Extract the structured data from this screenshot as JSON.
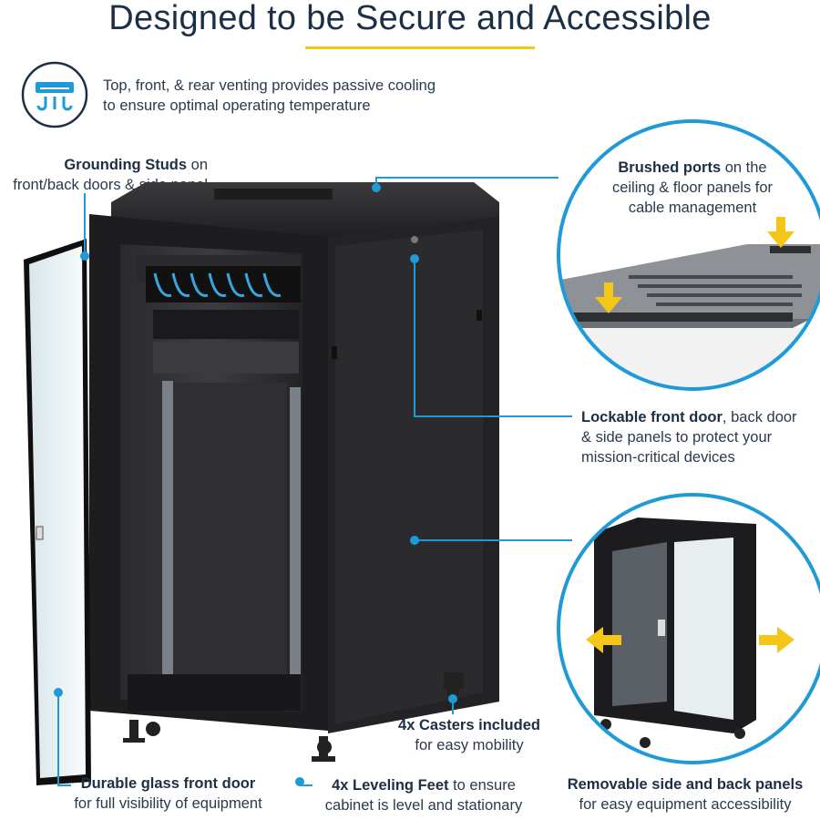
{
  "header": {
    "title": "Designed to be Secure and Accessible"
  },
  "features": {
    "venting": {
      "icon": "vent-icon",
      "line1": "Top, front, & rear venting provides passive cooling",
      "line2": "to ensure optimal operating temperature"
    },
    "grounding": {
      "bold": "Grounding Studs",
      "rest1": " on",
      "line2": "front/back doors & side panel"
    },
    "ports": {
      "bold": "Brushed ports",
      "rest1": " on the",
      "line2": "ceiling & floor panels for",
      "line3": "cable management"
    },
    "lockable": {
      "bold": "Lockable front door",
      "rest1": ", back door",
      "line2": "& side panels to protect your",
      "line3": "mission-critical devices"
    },
    "casters": {
      "line1": "4x Casters included",
      "line2": "for easy mobility"
    },
    "glass_door": {
      "line1": "Durable glass front door",
      "line2": "for full visibility of equipment"
    },
    "leveling": {
      "bold": "4x Leveling Feet",
      "rest1": " to ensure",
      "line2": "cabinet is level and stationary"
    },
    "removable": {
      "line1": "Removable side and back panels",
      "line2": "for easy equipment accessibility"
    }
  },
  "colors": {
    "accent_blue": "#1e9ad6",
    "accent_yellow": "#f5c518",
    "cabinet_black": "#1b1b1d",
    "text_dark": "#1d2f44"
  }
}
